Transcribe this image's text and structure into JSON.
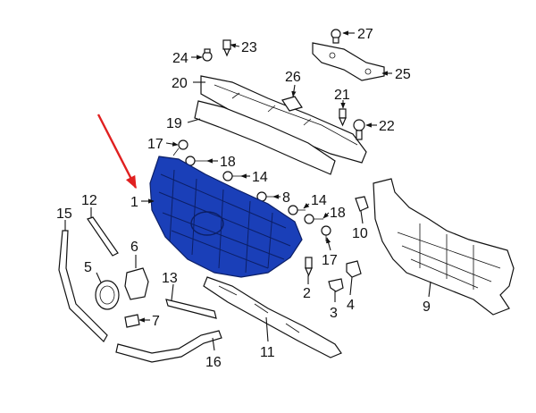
{
  "highlight_color": "#1a3fb8",
  "arrow_color": "#e02020",
  "callouts": {
    "c1": "1",
    "c2": "2",
    "c3": "3",
    "c4": "4",
    "c5": "5",
    "c6": "6",
    "c7": "7",
    "c8": "8",
    "c9": "9",
    "c10": "10",
    "c11": "11",
    "c12": "12",
    "c13": "13",
    "c14a": "14",
    "c14b": "14",
    "c15": "15",
    "c16": "16",
    "c17a": "17",
    "c17b": "17",
    "c18a": "18",
    "c18b": "18",
    "c19": "19",
    "c20": "20",
    "c21": "21",
    "c22": "22",
    "c23": "23",
    "c24": "24",
    "c25": "25",
    "c26": "26",
    "c27": "27"
  }
}
